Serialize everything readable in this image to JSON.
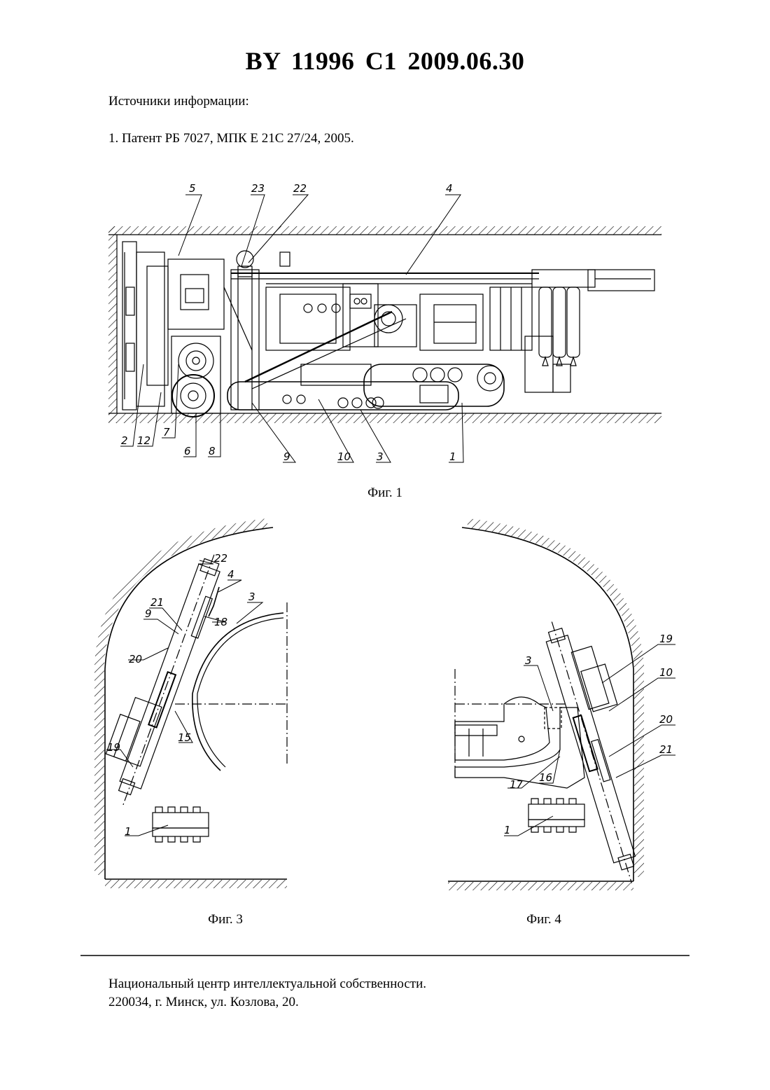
{
  "header": {
    "title": "BY 11996 C1 2009.06.30"
  },
  "sources": {
    "heading": "Источники информации:",
    "items": [
      "1. Патент РБ 7027, МПК Е 21С 27/24, 2005."
    ]
  },
  "figures": {
    "fig1": {
      "caption": "Фиг. 1",
      "callouts_top": [
        "5",
        "23",
        "22",
        "4"
      ],
      "callouts_bottom": [
        "2",
        "12",
        "7",
        "6",
        "8",
        "9",
        "10",
        "3",
        "1"
      ]
    },
    "fig3": {
      "caption": "Фиг. 3",
      "callouts": [
        "22",
        "4",
        "3",
        "21",
        "9",
        "18",
        "20",
        "15",
        "19",
        "1"
      ]
    },
    "fig4": {
      "caption": "Фиг. 4",
      "callouts": [
        "19",
        "10",
        "3",
        "20",
        "21",
        "17",
        "16",
        "1"
      ]
    }
  },
  "footer": {
    "line1": "Национальный центр интеллектуальной собственности.",
    "line2": "220034, г. Минск, ул. Козлова, 20."
  }
}
